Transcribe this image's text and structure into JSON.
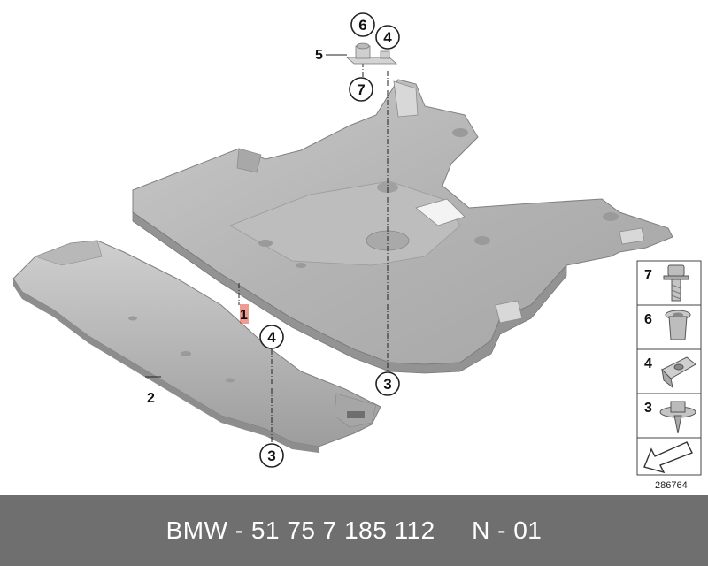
{
  "diagram": {
    "part_labels": {
      "p1": "1",
      "p2": "2",
      "p5": "5"
    },
    "callouts": {
      "c6": "6",
      "c4_top": "4",
      "c7": "7",
      "c3_right": "3",
      "c4_bottom": "4",
      "c3_bottom": "3"
    },
    "legend": {
      "items": [
        {
          "number": "7",
          "icon": "bolt-icon"
        },
        {
          "number": "6",
          "icon": "expanding-nut-icon"
        },
        {
          "number": "4",
          "icon": "clip-nut-icon"
        },
        {
          "number": "3",
          "icon": "collar-screw-icon"
        }
      ],
      "arrow_icon": "direction-arrow-icon"
    },
    "reference_number": "286764",
    "highlight_color": "#e0483a"
  },
  "footer": {
    "text": "BMW - 51 75 7 185 112     N - 01"
  }
}
